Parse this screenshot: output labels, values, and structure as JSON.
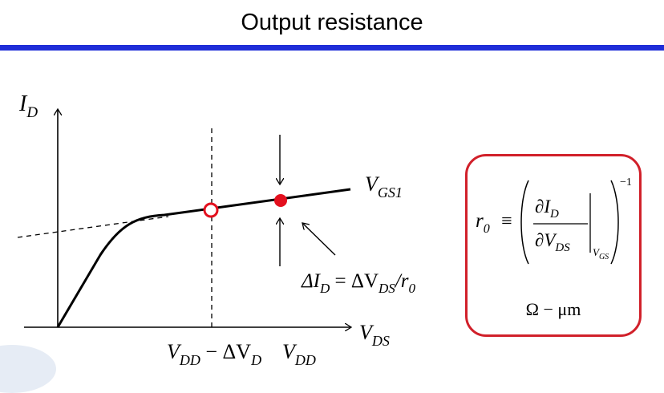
{
  "slide": {
    "title": "Output resistance"
  },
  "diagram": {
    "y_axis_label": "I",
    "y_axis_sub": "D",
    "x_axis_label": "V",
    "x_axis_sub": "DS",
    "curve_label": "V",
    "curve_label_sub": "GS1",
    "tick_vdd_minus_main": "V",
    "tick_vdd_minus_sub": "DD",
    "tick_vdd_minus_op": " − ΔV",
    "tick_vdd_minus_sub2": "D",
    "tick_vdd_main": "V",
    "tick_vdd_sub": "DD",
    "delta_eq_lhs": "ΔI",
    "delta_eq_lhs_sub": "D",
    "delta_eq_mid": " = ΔV",
    "delta_eq_mid_sub": "DS",
    "delta_eq_rhs": "/r",
    "delta_eq_rhs_sub": "0"
  },
  "formula": {
    "lhs": "r",
    "lhs_sub": "0",
    "equiv": "≡",
    "num": "∂I",
    "num_sub": "D",
    "den": "∂V",
    "den_sub": "DS",
    "eval_sub": "V",
    "eval_sub_sub": "GS",
    "exponent": "−1",
    "units": "Ω − μm"
  },
  "colors": {
    "rule": "#1f2dd8",
    "box_border": "#d1202a",
    "marker": "#e3101e"
  }
}
